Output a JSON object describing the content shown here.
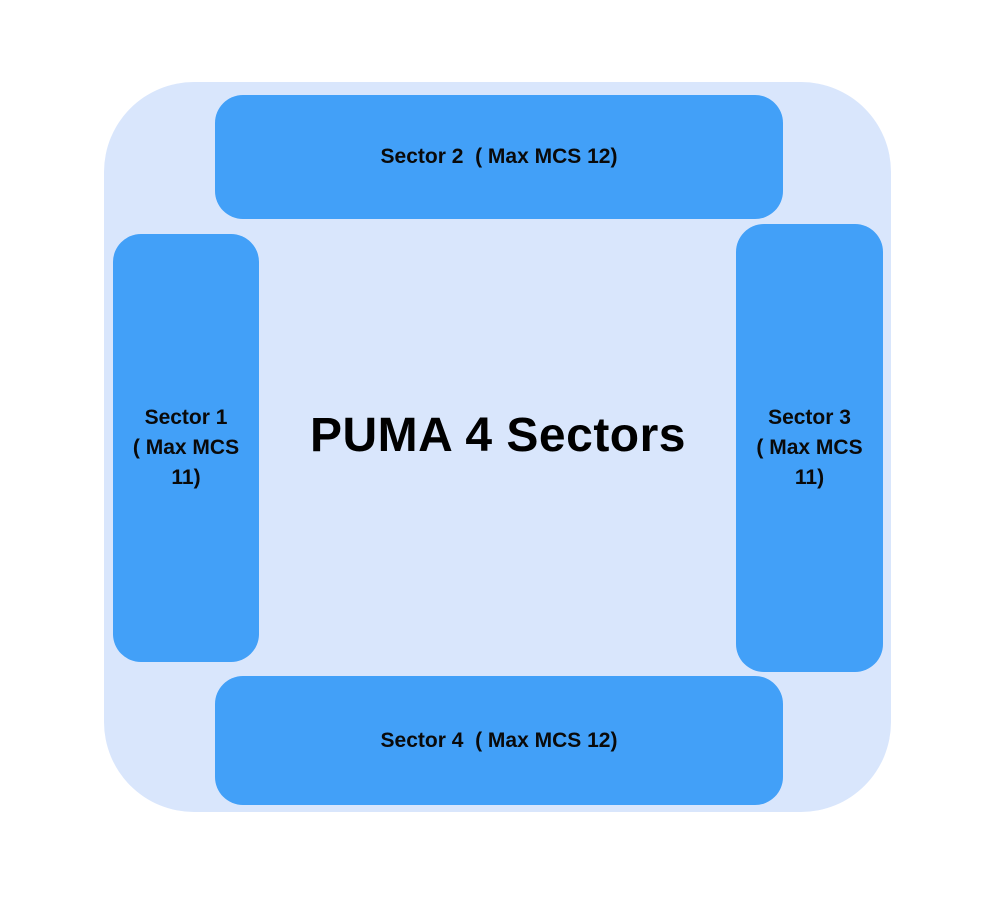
{
  "diagram": {
    "title": "PUMA 4 Sectors",
    "sectors": [
      {
        "label": "Sector 1\n( Max MCS\n11)"
      },
      {
        "label": "Sector 2  ( Max MCS 12)"
      },
      {
        "label": "Sector 3\n( Max MCS\n11)"
      },
      {
        "label": "Sector 4  ( Max MCS 12)"
      }
    ]
  },
  "colors": {
    "container": "#d9e6fc",
    "sector": "#42a0f8",
    "text": "#000000"
  }
}
